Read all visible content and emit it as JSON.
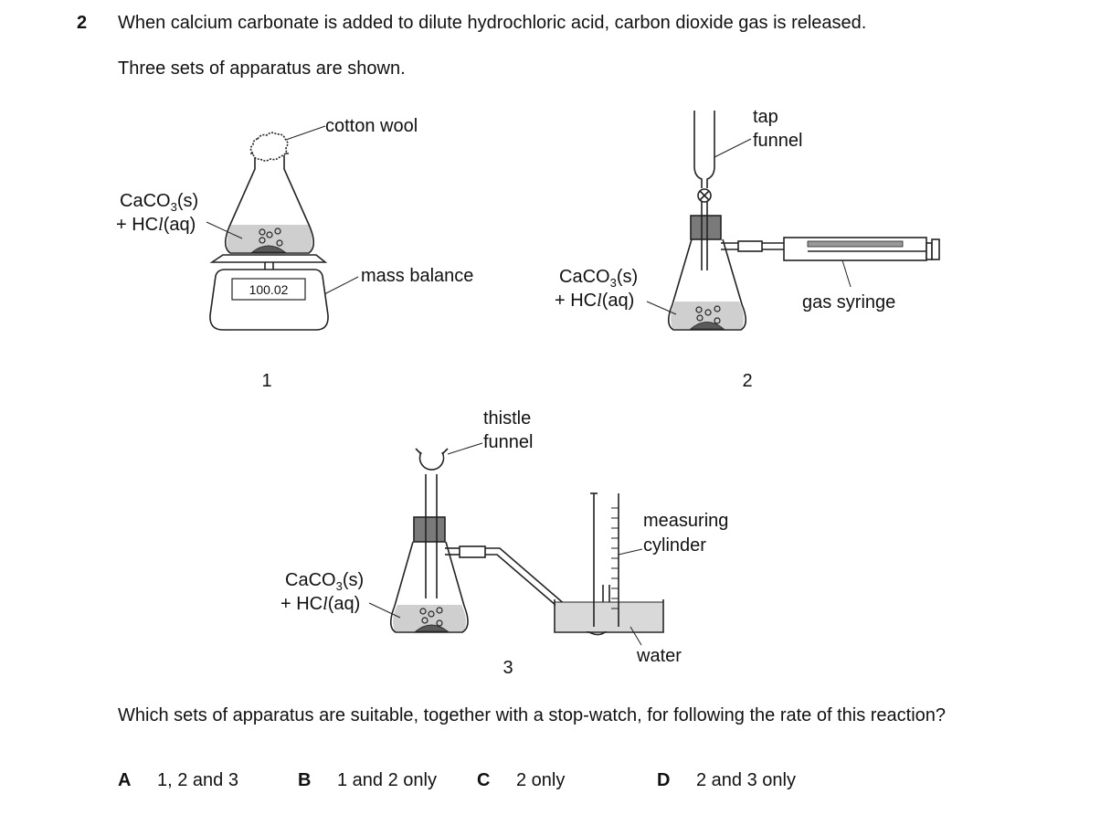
{
  "question": {
    "number": "2",
    "stem": "When calcium carbonate is added to dilute hydrochloric acid, carbon dioxide gas is released.",
    "intro": "Three sets of apparatus are shown.",
    "prompt": "Which sets of apparatus are suitable, together with a stop-watch, for following the rate of this reaction?"
  },
  "apparatus": {
    "one": {
      "number": "1",
      "label_cotton": "cotton wool",
      "label_balance": "mass balance",
      "balance_reading": "100.02",
      "mixture_line1": "CaCO",
      "mixture_sub": "3",
      "mixture_line1_end": "(s)",
      "mixture_line2_pre": "+ HC",
      "mixture_line2_l": "l",
      "mixture_line2_end": "(aq)"
    },
    "two": {
      "number": "2",
      "label_tap": "tap",
      "label_funnel": "funnel",
      "label_syringe": "gas syringe",
      "mixture_line1": "CaCO",
      "mixture_sub": "3",
      "mixture_line1_end": "(s)",
      "mixture_line2_pre": "+ HC",
      "mixture_line2_l": "l",
      "mixture_line2_end": "(aq)"
    },
    "three": {
      "number": "3",
      "label_thistle": "thistle",
      "label_funnel": "funnel",
      "label_measuring": "measuring",
      "label_cylinder": "cylinder",
      "label_water": "water",
      "mixture_line1": "CaCO",
      "mixture_sub": "3",
      "mixture_line1_end": "(s)",
      "mixture_line2_pre": "+ HC",
      "mixture_line2_l": "l",
      "mixture_line2_end": "(aq)"
    }
  },
  "options": [
    {
      "letter": "A",
      "text": "1, 2 and 3"
    },
    {
      "letter": "B",
      "text": "1 and 2 only"
    },
    {
      "letter": "C",
      "text": "2 only"
    },
    {
      "letter": "D",
      "text": "2 and 3 only"
    }
  ]
}
